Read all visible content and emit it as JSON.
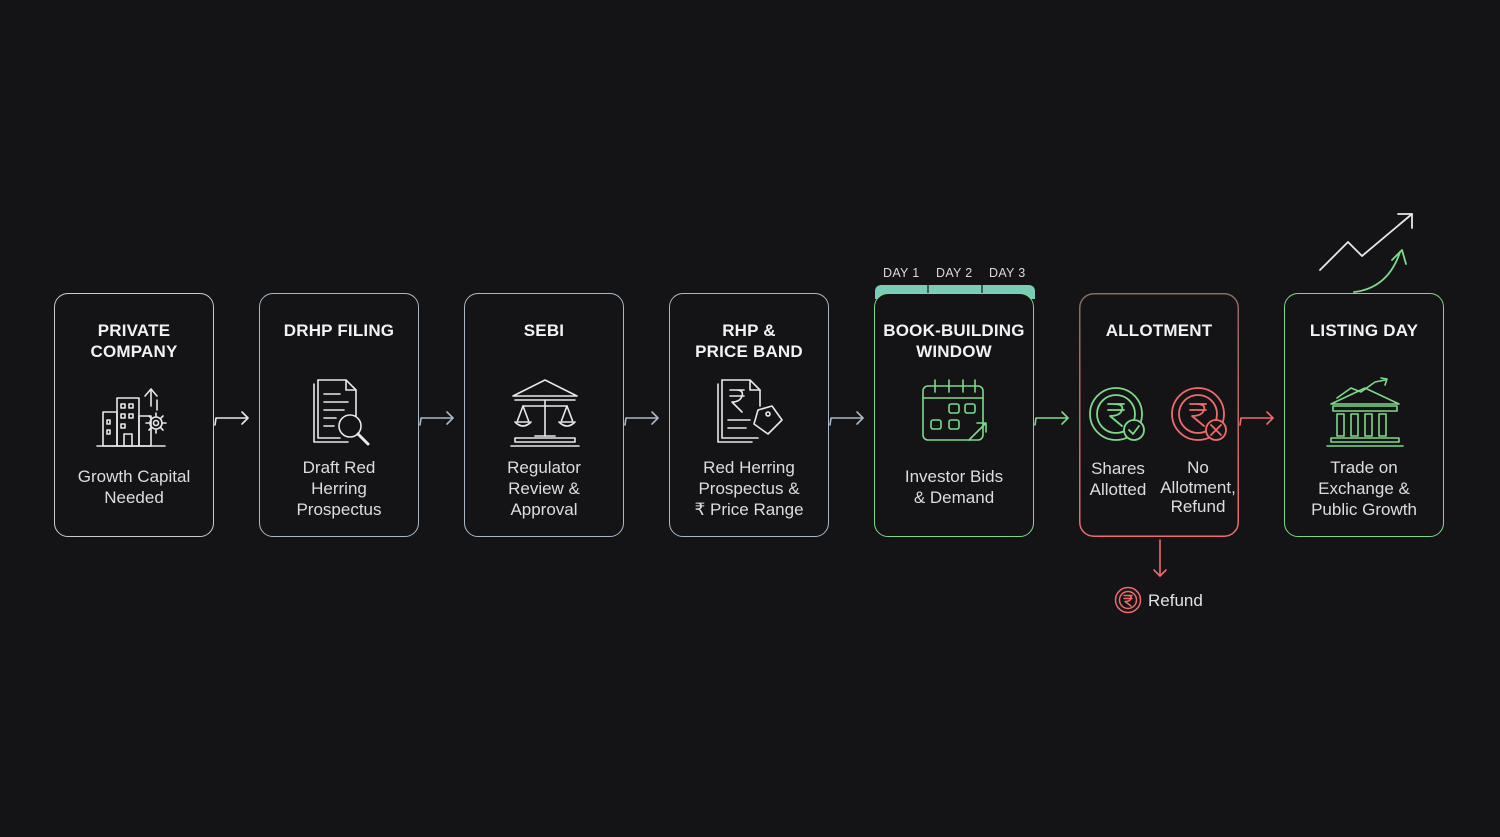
{
  "stages": [
    {
      "title": "PRIVATE\nCOMPANY",
      "description": "Growth Capital\nNeeded",
      "icon": "office-building-growth-icon"
    },
    {
      "title": "DRHP FILING",
      "description": "Draft Red\nHerring\nProspectus",
      "icon": "document-search-icon"
    },
    {
      "title": "SEBI",
      "description": "Regulator\nReview &\nApproval",
      "icon": "courthouse-scales-icon"
    },
    {
      "title": "RHP &\nPRICE BAND",
      "description": "Red Herring\nProspectus &\n₹ Price Range",
      "icon": "rupee-document-tag-icon"
    },
    {
      "title": "BOOK-BUILDING\nWINDOW",
      "description": "Investor Bids\n& Demand",
      "icon": "calendar-bids-icon"
    },
    {
      "title": "ALLOTMENT",
      "description": "",
      "icon": "rupee-coins-icon"
    },
    {
      "title": "LISTING DAY",
      "description": "Trade on\nExchange &\nPublic Growth",
      "icon": "exchange-growth-icon"
    }
  ],
  "book_building_days": [
    "DAY 1",
    "DAY 2",
    "DAY 3"
  ],
  "allotment": {
    "allotted_label": "Shares\nAllotted",
    "refund_label": "No\nAllotment,\nRefund"
  },
  "refund": {
    "label": "Refund",
    "icon": "rupee-coin-icon"
  },
  "colors": {
    "background": "#141416",
    "neutral": "#c9c9d2",
    "blue_grey": "#a9b7c9",
    "green": "#7ed98a",
    "red": "#ef6b6b",
    "teal": "#79cdb6"
  }
}
